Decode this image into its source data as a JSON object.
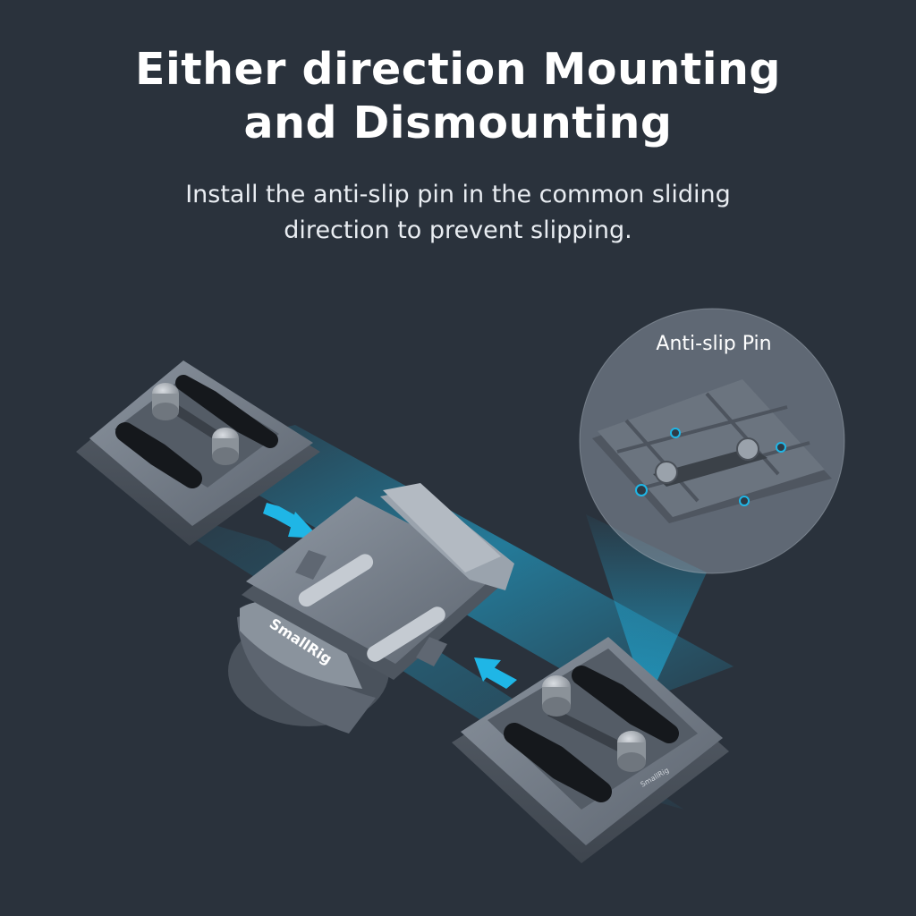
{
  "headline": {
    "line1": "Either direction Mounting",
    "line2": "and Dismounting"
  },
  "subline": {
    "line1": "Install the anti-slip pin in the common sliding",
    "line2": "direction to prevent slipping."
  },
  "callout": {
    "label": "Anti-slip Pin"
  },
  "product": {
    "brand_large": "SmallRig",
    "brand_small": "SmallRig"
  },
  "colors": {
    "background": "#2a323c",
    "accent_cyan": "#1fb6e6",
    "plate": "#6b7480",
    "pad": "#1c1f24"
  }
}
